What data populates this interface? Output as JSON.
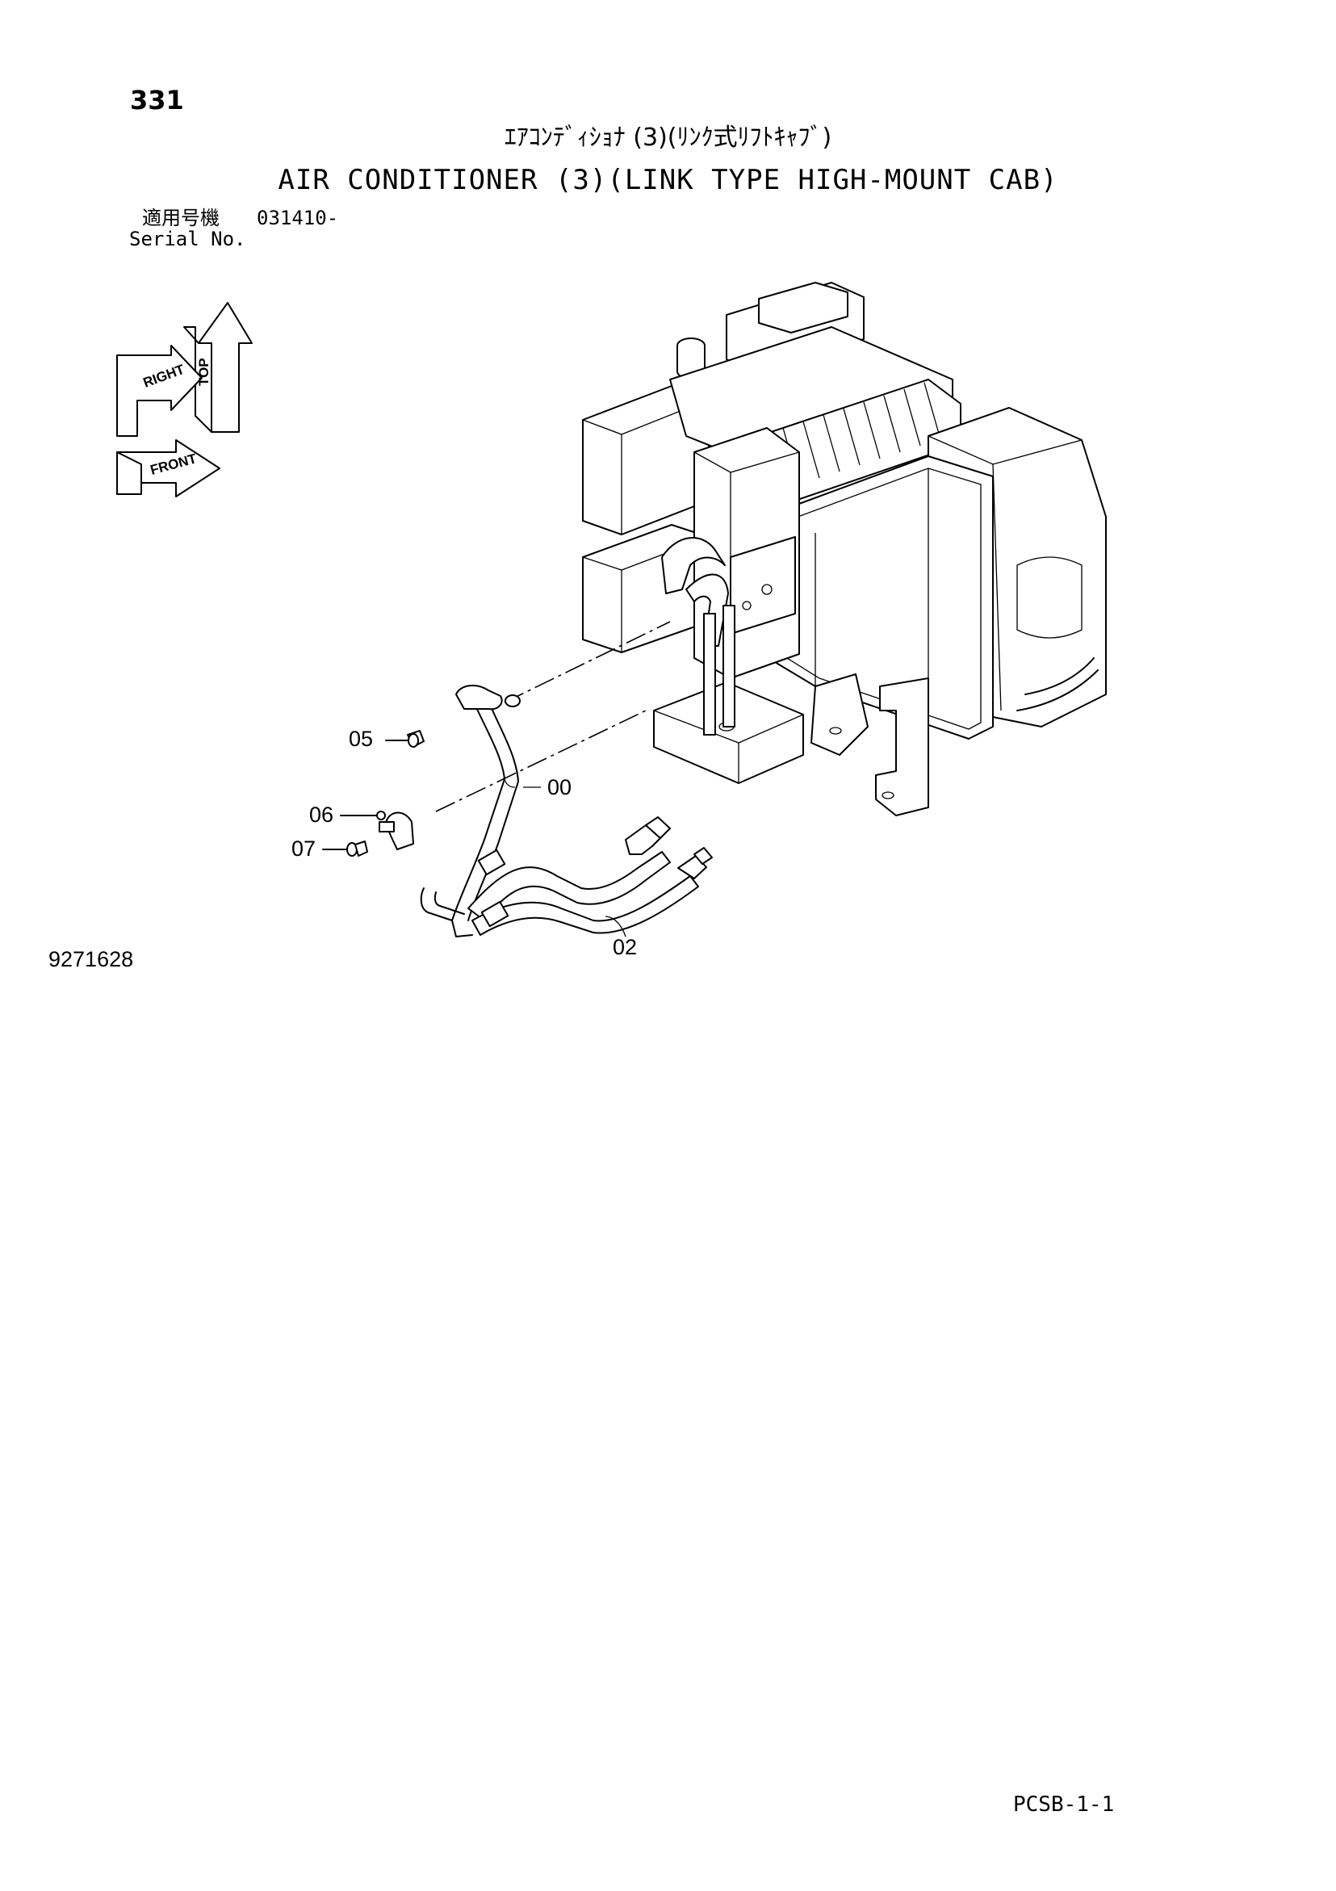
{
  "page": {
    "page_number": "331",
    "title_jp": "ｴｱｺﾝﾃﾞｨｼｮﾅ (3)(ﾘﾝｸ式ﾘﾌﾄｷｬﾌﾞ)",
    "title_en": "AIR CONDITIONER (3)(LINK TYPE HIGH-MOUNT CAB)",
    "serial_label_jp": "適用号機",
    "serial_value": "031410-",
    "serial_label_en": "Serial No.",
    "drawing_number": "9271628",
    "page_code": "PCSB-1-1"
  },
  "orientation": {
    "top": "TOP",
    "right": "RIGHT",
    "front": "FRONT"
  },
  "callouts": [
    "05",
    "00",
    "06",
    "07",
    "02"
  ]
}
